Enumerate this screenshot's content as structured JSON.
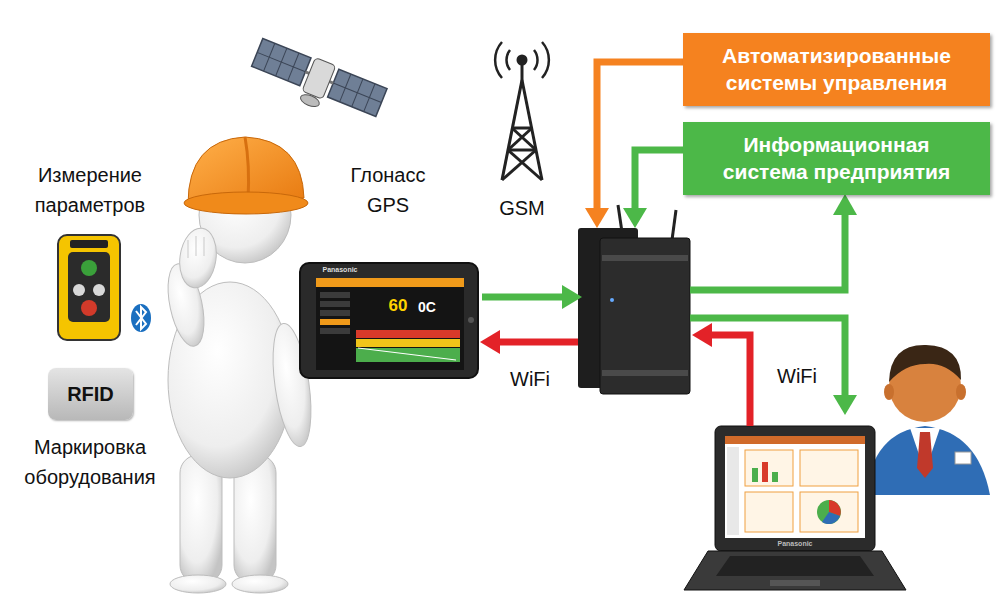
{
  "diagram": {
    "nodes": [
      {
        "text": [
          "Автоматизированные системы управления"
        ]
      },
      {
        "text": [
          "Информационная система предприятия"
        ]
      },
      {
        "text": [
          "RFID"
        ]
      }
    ],
    "labels": [
      "Измерение параметров",
      "Глонасс GPS",
      "GSM",
      "Panasonic",
      "60",
      "0C",
      "WiFi",
      "WiFi",
      "Маркировка оборудования",
      "Panasonic"
    ]
  }
}
